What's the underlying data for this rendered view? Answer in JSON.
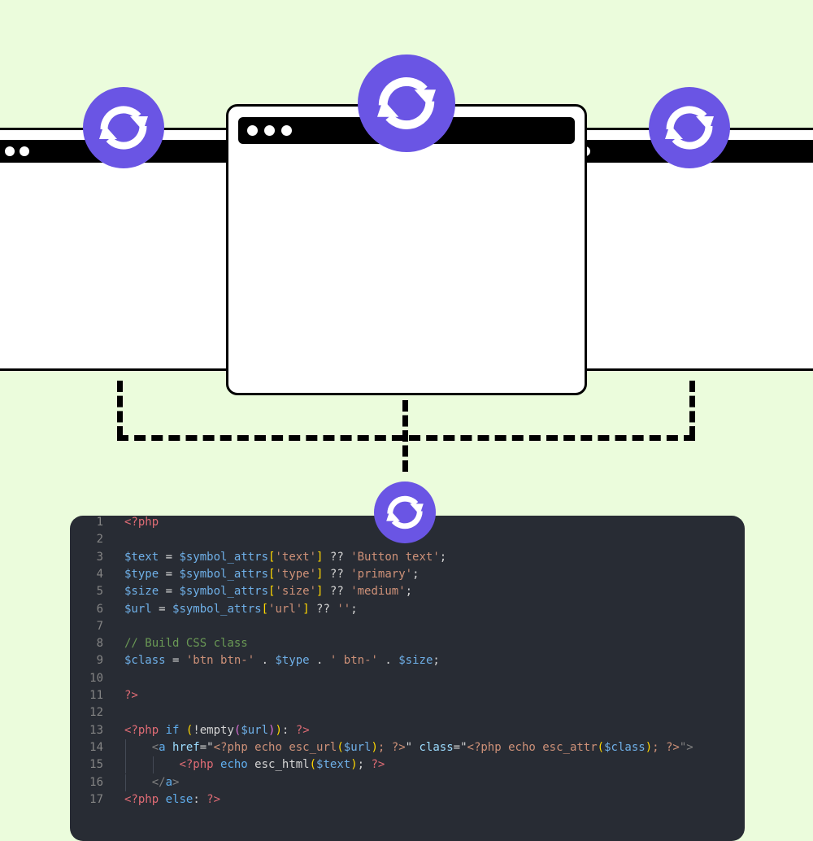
{
  "colors": {
    "background": "#ebfcdc",
    "accent": "#6a55e4",
    "code_bg": "#282c34"
  },
  "icons": [
    "sync-icon",
    "browser-window"
  ],
  "code": {
    "lines": [
      {
        "n": "1",
        "indent": 0,
        "tokens": [
          [
            "<?php",
            "tag"
          ]
        ]
      },
      {
        "n": "2",
        "indent": 0,
        "tokens": []
      },
      {
        "n": "3",
        "indent": 0,
        "tokens": [
          [
            "$text",
            "var"
          ],
          [
            " = ",
            "tx"
          ],
          [
            "$symbol_attrs",
            "var"
          ],
          [
            "[",
            "br"
          ],
          [
            "'text'",
            "str"
          ],
          [
            "]",
            "br"
          ],
          [
            " ?? ",
            "tx"
          ],
          [
            "'Button text'",
            "str"
          ],
          [
            ";",
            "tx"
          ]
        ]
      },
      {
        "n": "4",
        "indent": 0,
        "tokens": [
          [
            "$type",
            "var"
          ],
          [
            " = ",
            "tx"
          ],
          [
            "$symbol_attrs",
            "var"
          ],
          [
            "[",
            "br"
          ],
          [
            "'type'",
            "str"
          ],
          [
            "]",
            "br"
          ],
          [
            " ?? ",
            "tx"
          ],
          [
            "'primary'",
            "str"
          ],
          [
            ";",
            "tx"
          ]
        ]
      },
      {
        "n": "5",
        "indent": 0,
        "tokens": [
          [
            "$size",
            "var"
          ],
          [
            " = ",
            "tx"
          ],
          [
            "$symbol_attrs",
            "var"
          ],
          [
            "[",
            "br"
          ],
          [
            "'size'",
            "str"
          ],
          [
            "]",
            "br"
          ],
          [
            " ?? ",
            "tx"
          ],
          [
            "'medium'",
            "str"
          ],
          [
            ";",
            "tx"
          ]
        ]
      },
      {
        "n": "6",
        "indent": 0,
        "tokens": [
          [
            "$url",
            "var"
          ],
          [
            " = ",
            "tx"
          ],
          [
            "$symbol_attrs",
            "var"
          ],
          [
            "[",
            "br"
          ],
          [
            "'url'",
            "str"
          ],
          [
            "]",
            "br"
          ],
          [
            " ?? ",
            "tx"
          ],
          [
            "''",
            "str"
          ],
          [
            ";",
            "tx"
          ]
        ]
      },
      {
        "n": "7",
        "indent": 0,
        "tokens": []
      },
      {
        "n": "8",
        "indent": 0,
        "tokens": [
          [
            "// Build CSS class",
            "cm"
          ]
        ]
      },
      {
        "n": "9",
        "indent": 0,
        "tokens": [
          [
            "$class",
            "var"
          ],
          [
            " = ",
            "tx"
          ],
          [
            "'btn btn-'",
            "str"
          ],
          [
            " . ",
            "tx"
          ],
          [
            "$type",
            "var"
          ],
          [
            " . ",
            "tx"
          ],
          [
            "' btn-'",
            "str"
          ],
          [
            " . ",
            "tx"
          ],
          [
            "$size",
            "var"
          ],
          [
            ";",
            "tx"
          ]
        ]
      },
      {
        "n": "10",
        "indent": 0,
        "tokens": []
      },
      {
        "n": "11",
        "indent": 0,
        "tokens": [
          [
            "?>",
            "tag"
          ]
        ]
      },
      {
        "n": "12",
        "indent": 0,
        "tokens": []
      },
      {
        "n": "13",
        "indent": 0,
        "tokens": [
          [
            "<?php",
            "tag"
          ],
          [
            " if ",
            "kw"
          ],
          [
            "(",
            "br"
          ],
          [
            "!empty",
            "tx"
          ],
          [
            "(",
            "pa"
          ],
          [
            "$url",
            "var"
          ],
          [
            ")",
            "pa"
          ],
          [
            ")",
            "br"
          ],
          [
            ": ",
            "tx"
          ],
          [
            "?>",
            "tag"
          ]
        ]
      },
      {
        "n": "14",
        "indent": 1,
        "tokens": [
          [
            "<",
            "gr"
          ],
          [
            "a",
            "kw"
          ],
          [
            " href",
            "at"
          ],
          [
            "=\"",
            "tx"
          ],
          [
            "<?php echo esc_url",
            "str"
          ],
          [
            "(",
            "br"
          ],
          [
            "$url",
            "var"
          ],
          [
            ")",
            "br"
          ],
          [
            "; ?>",
            "str"
          ],
          [
            "\"",
            "tx"
          ],
          [
            " class",
            "at"
          ],
          [
            "=\"",
            "tx"
          ],
          [
            "<?php echo esc_attr",
            "str"
          ],
          [
            "(",
            "br"
          ],
          [
            "$class",
            "var"
          ],
          [
            ")",
            "br"
          ],
          [
            "; ?>",
            "str"
          ],
          [
            "\">",
            "gr"
          ]
        ]
      },
      {
        "n": "15",
        "indent": 2,
        "tokens": [
          [
            "<?php",
            "tag"
          ],
          [
            " echo ",
            "kw"
          ],
          [
            "esc_html",
            "tx"
          ],
          [
            "(",
            "br"
          ],
          [
            "$text",
            "var"
          ],
          [
            ")",
            "br"
          ],
          [
            "; ",
            "tx"
          ],
          [
            "?>",
            "tag"
          ]
        ]
      },
      {
        "n": "16",
        "indent": 1,
        "tokens": [
          [
            "</",
            "gr"
          ],
          [
            "a",
            "kw"
          ],
          [
            ">",
            "gr"
          ]
        ]
      },
      {
        "n": "17",
        "indent": 0,
        "tokens": [
          [
            "<?php",
            "tag"
          ],
          [
            " else",
            "kw"
          ],
          [
            ": ",
            "tx"
          ],
          [
            "?>",
            "tag"
          ]
        ]
      }
    ]
  }
}
